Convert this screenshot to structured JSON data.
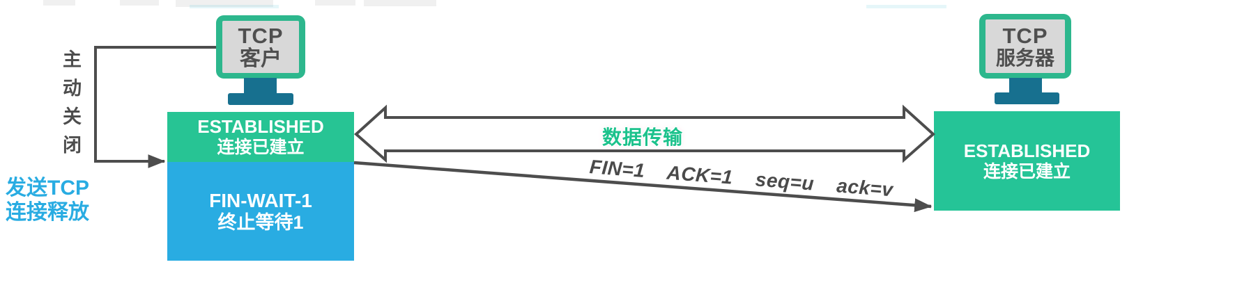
{
  "colors": {
    "box_green": "#27c494",
    "box_blue": "#29ace2",
    "monitor_frame_green": "#2db78d",
    "monitor_screen_gray": "#d8d8d8",
    "monitor_stand_teal": "#17708f",
    "connector_dark_gray": "#4d4d4d",
    "data_transfer_label_green": "#1cc28c",
    "side_note_blue": "#29ace2",
    "box_text_white": "#ffffff"
  },
  "client": {
    "monitor": {
      "line1": "TCP",
      "line2": "客户"
    },
    "established_en": "ESTABLISHED",
    "established_zh": "连接已建立",
    "fin_wait_en": "FIN-WAIT-1",
    "fin_wait_zh": "终止等待1"
  },
  "server": {
    "monitor": {
      "line1": "TCP",
      "line2": "服务器"
    },
    "established_en": "ESTABLISHED",
    "established_zh": "连接已建立"
  },
  "annotations": {
    "active_close": [
      "主",
      "动",
      "关",
      "闭"
    ],
    "send_release_line1": "发送TCP",
    "send_release_line2": "连接释放",
    "data_transfer": "数据传输",
    "fin_segment": "FIN=1  ACK=1  seq=u  ack=v"
  }
}
